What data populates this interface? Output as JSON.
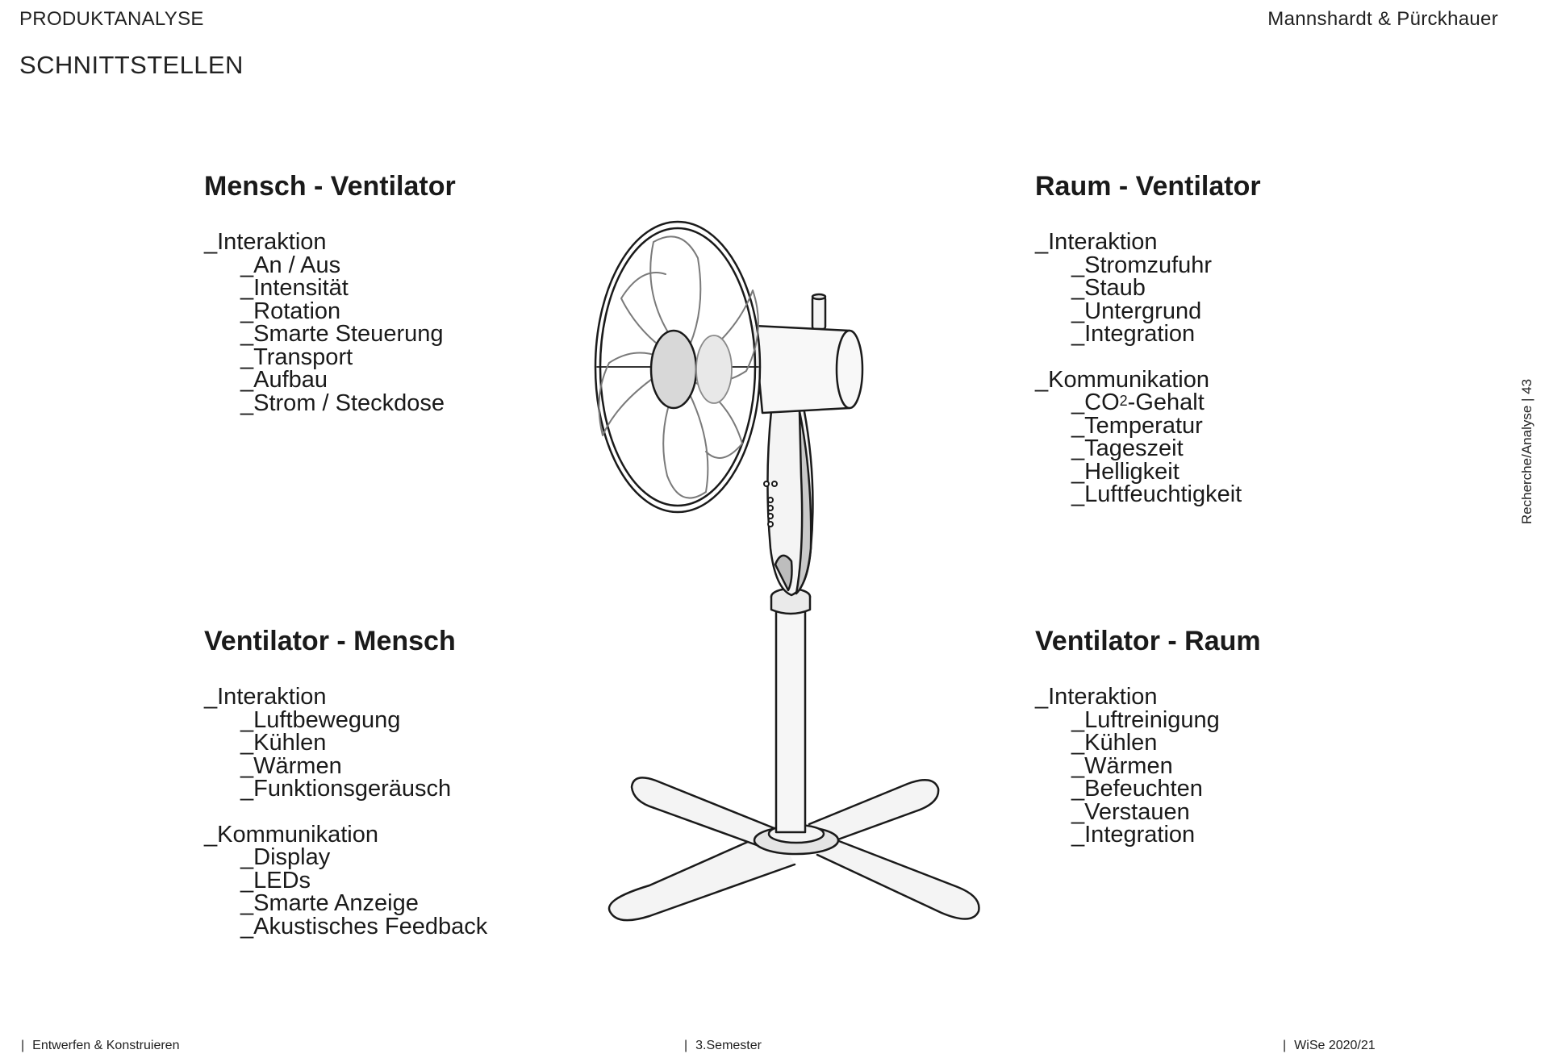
{
  "header": {
    "left": "PRODUKTANALYSE",
    "right": "Mannshardt & Pürckhauer",
    "subtitle": "SCHNITTSTELLEN"
  },
  "sections": {
    "mensch_ventilator": {
      "title": "Mensch - Ventilator",
      "groups": [
        {
          "title": "_Interaktion",
          "items": [
            "_An / Aus",
            "_Intensität",
            "_Rotation",
            "_Smarte Steuerung",
            "_Transport",
            "_Aufbau",
            "_Strom / Steckdose"
          ]
        }
      ]
    },
    "raum_ventilator": {
      "title": "Raum - Ventilator",
      "groups": [
        {
          "title": "_Interaktion",
          "items": [
            "_Stromzufuhr",
            "_Staub",
            "_Untergrund",
            "_Integration"
          ]
        },
        {
          "title": "_Kommunikation",
          "items": [
            "_CO",
            "_Temperatur",
            "_Tageszeit",
            "_Helligkeit",
            "_Luftfeuchtigkeit"
          ],
          "co2_sup": "2",
          "co2_suffix": "-Gehalt"
        }
      ]
    },
    "ventilator_mensch": {
      "title": "Ventilator - Mensch",
      "groups": [
        {
          "title": "_Interaktion",
          "items": [
            "_Luftbewegung",
            "_Kühlen",
            "_Wärmen",
            "_Funktionsgeräusch"
          ]
        },
        {
          "title": "_Kommunikation",
          "items": [
            "_Display",
            "_LEDs",
            "_Smarte Anzeige",
            "_Akustisches Feedback"
          ]
        }
      ]
    },
    "ventilator_raum": {
      "title": "Ventilator - Raum",
      "groups": [
        {
          "title": "_Interaktion",
          "items": [
            "_Luftreinigung",
            "_Kühlen",
            "_Wärmen",
            "_Befeuchten",
            "_Verstauen",
            "_Integration"
          ]
        }
      ]
    }
  },
  "side_label": {
    "text": "Recherche/Analyse",
    "page": "43"
  },
  "footer": {
    "left": "Entwerfen & Konstruieren",
    "mid": "3.Semester",
    "right": "WiSe 2020/21",
    "separator": "|"
  }
}
